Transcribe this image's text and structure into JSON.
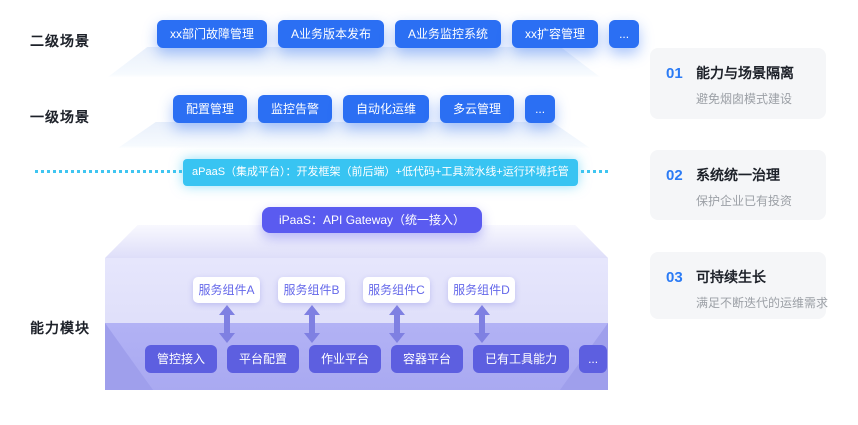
{
  "labels": {
    "secondary": "二级场景",
    "primary": "一级场景",
    "capability": "能力模块"
  },
  "scenario2": {
    "buttons": [
      "xx部门故障管理",
      "A业务版本发布",
      "A业务监控系统",
      "xx扩容管理",
      "..."
    ]
  },
  "scenario1": {
    "buttons": [
      "配置管理",
      "监控告警",
      "自动化运维",
      "多云管理",
      "..."
    ]
  },
  "apaas": {
    "label": "aPaaS（集成平台）：开发框架（前后端）+低代码+工具流水线+运行环境托管"
  },
  "ipaas": {
    "label": "iPaaS：API Gateway（统一接入）"
  },
  "components": [
    "服务组件A",
    "服务组件B",
    "服务组件C",
    "服务组件D"
  ],
  "platform": {
    "buttons": [
      "管控接入",
      "平台配置",
      "作业平台",
      "容器平台",
      "已有工具能力",
      "..."
    ]
  },
  "benefits": [
    {
      "num": "01",
      "title": "能力与场景隔离",
      "desc": "避免烟囱模式建设"
    },
    {
      "num": "02",
      "title": "系统统一治理",
      "desc": "保护企业已有投资"
    },
    {
      "num": "03",
      "title": "可持续生长",
      "desc": "满足不断迭代的运维需求"
    }
  ],
  "colors": {
    "scenario_blue": "#2b6ff3",
    "apaas_cyan": "#38c4f2",
    "ipaas_indigo": "#5a5bf0",
    "platform_purple": "#5d5fe0",
    "block_lavender": "#d9d9f8",
    "accent_number_blue": "#2b7bf5"
  }
}
